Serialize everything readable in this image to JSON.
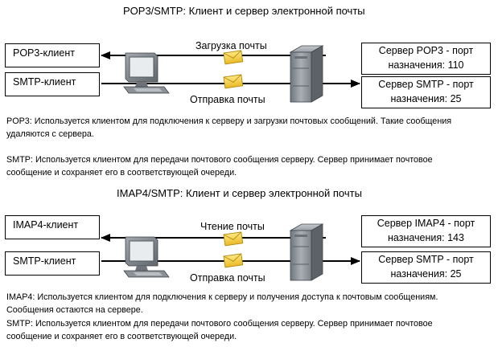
{
  "section1": {
    "title": "POP3/SMTP: Клиент и сервер электронной почты",
    "client_top": "POP3-клиент",
    "client_bottom": "SMTP-клиент",
    "server_top_line1": "Сервер POP3 - порт",
    "server_top_line2": "назначения: 110",
    "server_bottom_line1": "Сервер SMTP - порт",
    "server_bottom_line2": "назначения: 25",
    "flow_top": "Загрузка почты",
    "flow_bottom": "Отправка почты",
    "desc1_line1": "POP3: Используется клиентом для подключения к серверу и загрузки почтовых сообщений. Такие сообщения",
    "desc1_line2": "удаляются с сервера.",
    "desc2_line1": "SMTP: Используется клиентом для передачи почтового сообщения серверу. Сервер принимает почтовое",
    "desc2_line2": "сообщение и сохраняет его в соответствующей очереди."
  },
  "section2": {
    "title": "IMAP4/SMTP: Клиент и сервер электронной почты",
    "client_top": "IMAP4-клиент",
    "client_bottom": "SMTP-клиент",
    "server_top_line1": "Сервер IMAP4 - порт",
    "server_top_line2": "назначения: 143",
    "server_bottom_line1": "Сервер SMTP - порт",
    "server_bottom_line2": "назначения: 25",
    "flow_top": "Чтение почты",
    "flow_bottom": "Отправка почты",
    "desc1_line1": "IMAP4: Используется клиентом для подключения к серверу и получения доступа к почтовым сообщениям.",
    "desc1_line2": "Сообщения остаются на сервере.",
    "desc2_line1": "SMTP: Используется клиентом для передачи почтового сообщения серверу. Сервер принимает почтовое",
    "desc2_line2": "сообщение и сохраняет его в соответствующей очереди."
  },
  "colors": {
    "envelope": "#f3d24a",
    "envelope_edge": "#b48a10",
    "monitor": "#7f858c",
    "server": "#8d949b"
  },
  "icons": [
    "computer-icon",
    "server-icon",
    "envelope-icon"
  ]
}
